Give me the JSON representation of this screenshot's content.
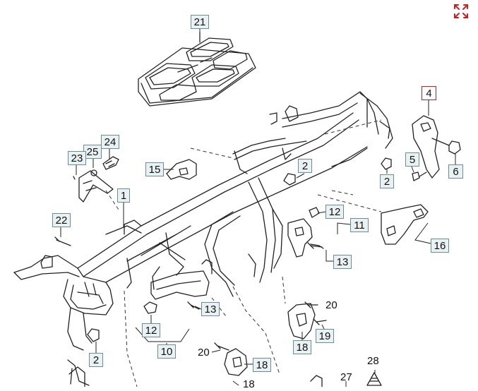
{
  "accent_color": "#cc1f1f",
  "callout_border_color": "#6a8d99",
  "callout_fill_color": "#eaf1f3",
  "expand_icon": "expand-arrows-icon",
  "callouts": {
    "c21": "21",
    "c4": "4",
    "c24": "24",
    "c25": "25",
    "c23": "23",
    "c15": "15",
    "c2a": "2",
    "c5": "5",
    "c6": "6",
    "c2b": "2",
    "c1": "1",
    "c12a": "12",
    "c11": "11",
    "c22": "22",
    "c16": "16",
    "c13a": "13",
    "c13b": "13",
    "c12b": "12",
    "c10": "10",
    "c2c": "2",
    "c18a": "18",
    "c19": "19",
    "c18b": "18"
  },
  "plain_labels": {
    "n20a": "20",
    "n20b": "20",
    "n27": "27",
    "n28": "28",
    "n18c": "18"
  }
}
